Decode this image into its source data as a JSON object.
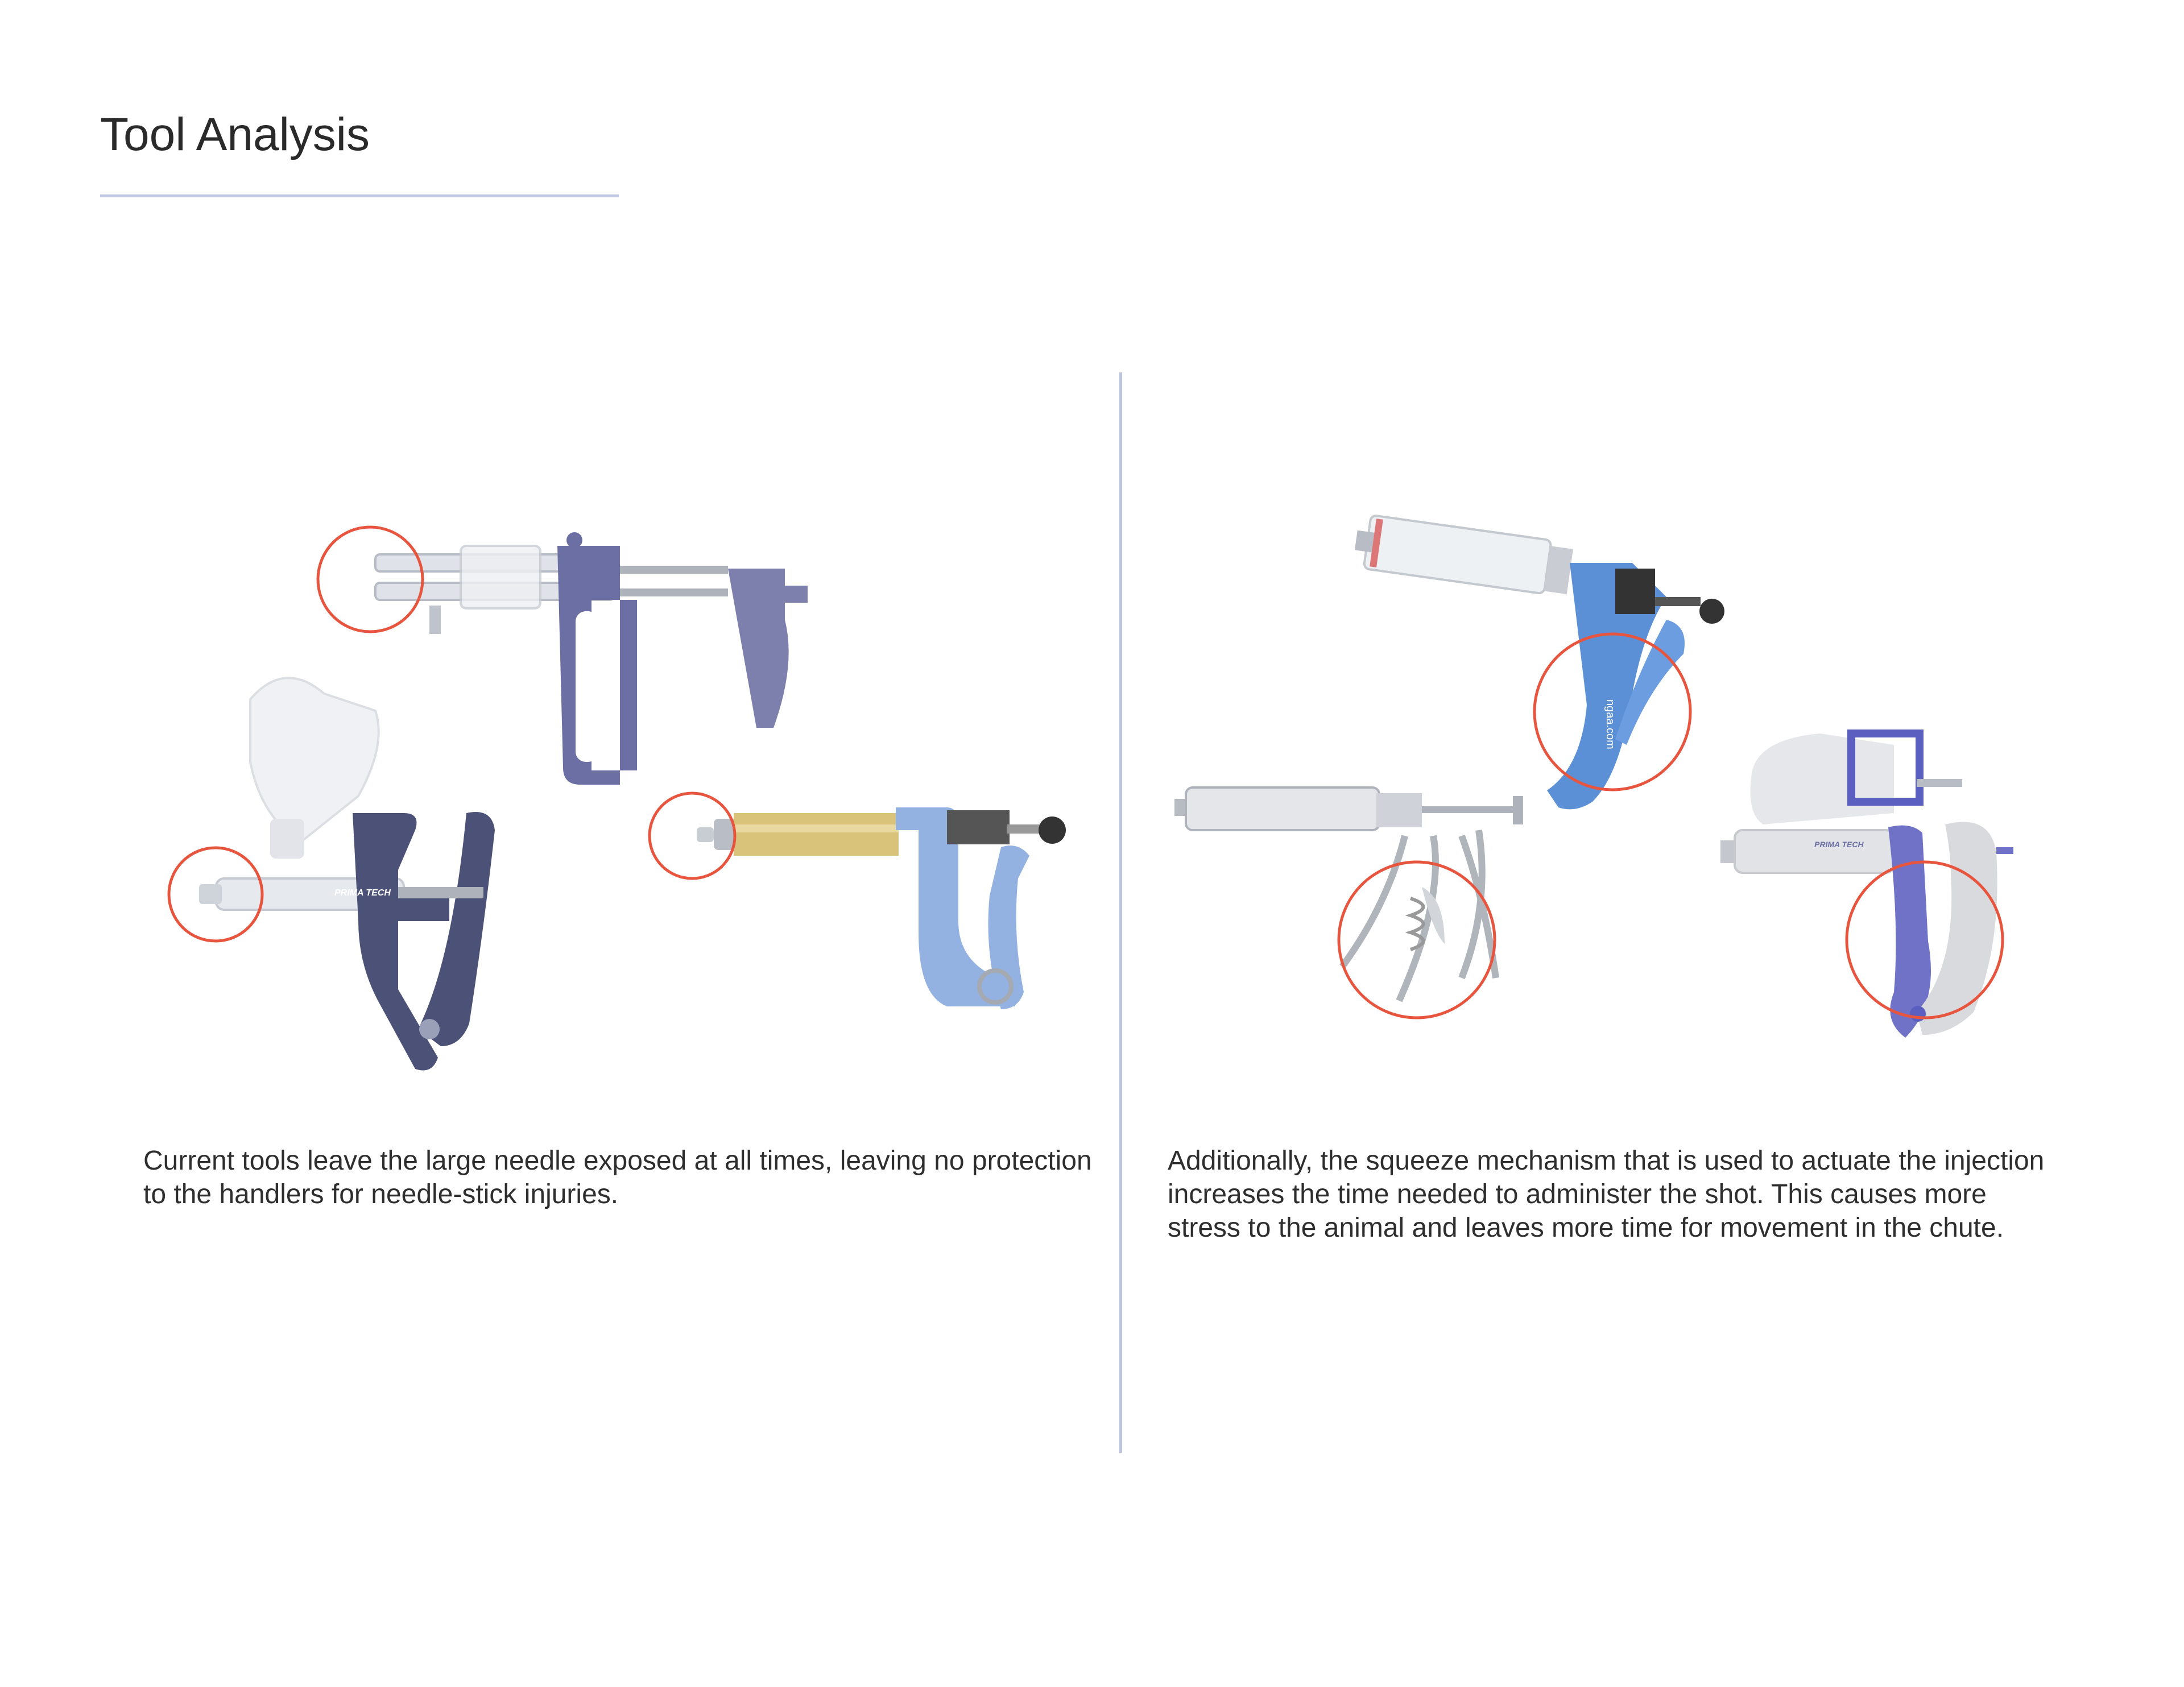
{
  "page": {
    "title": "Tool Analysis"
  },
  "left_panel": {
    "caption": "Current tools leave the large needle exposed at all times, leaving no protection to the handlers for needle-stick injuries."
  },
  "right_panel": {
    "caption": "Additionally, the squeeze mechanism that is used to actuate the injection increases the time needed to administer the shot. This causes more stress to the animal and leaves more time for movement in the chute."
  },
  "logos": {
    "prima_tech": "PRIMA TECH",
    "url_mark": "ngaa.com"
  },
  "colors": {
    "highlight": "#e8553f",
    "rule": "#c3c9e2",
    "purple_handle": "#6c6fa3",
    "navy_handle": "#4c5277",
    "blue_handle": "#93b2e2",
    "gold_barrel": "#d9c27a"
  }
}
